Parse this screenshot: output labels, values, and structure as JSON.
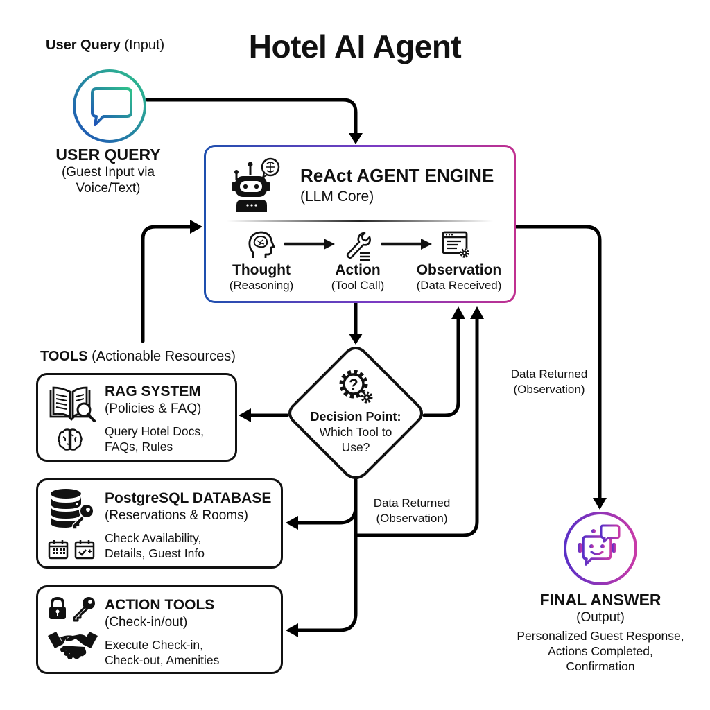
{
  "title": "Hotel AI Agent",
  "input_section": {
    "label_bold": "User Query",
    "label_rest": " (Input)"
  },
  "user_query": {
    "icon": "chat-bubble-icon",
    "title": "USER QUERY",
    "subtitle_line1": "(Guest Input via",
    "subtitle_line2": "Voice/Text)",
    "gradient": [
      "#1d4fb8",
      "#2fc28a"
    ]
  },
  "engine": {
    "icon": "robot-brain-icon",
    "title": "ReAct AGENT ENGINE",
    "subtitle": "(LLM Core)",
    "border_gradient": [
      "#1e4fae",
      "#7a3bc4",
      "#c0308f"
    ],
    "steps": [
      {
        "icon": "head-brain-icon",
        "title": "Thought",
        "subtitle": "(Reasoning)"
      },
      {
        "icon": "wrench-icon",
        "title": "Action",
        "subtitle": "(Tool Call)"
      },
      {
        "icon": "window-gear-icon",
        "title": "Observation",
        "subtitle": "(Data Received)"
      }
    ]
  },
  "decision": {
    "icon": "gear-question-icon",
    "title": "Decision Point:",
    "line2": "Which Tool to",
    "line3": "Use?"
  },
  "tools_section": {
    "label_bold": "TOOLS",
    "label_rest": " (Actionable Resources)"
  },
  "tools": [
    {
      "icons": [
        "book-search-icon",
        "brain-icon"
      ],
      "title": "RAG SYSTEM",
      "subtitle": "(Policies & FAQ)",
      "desc_line1": "Query Hotel Docs,",
      "desc_line2": "FAQs, Rules"
    },
    {
      "icons": [
        "database-key-icon",
        "calendar-grid-icon",
        "calendar-check-icon"
      ],
      "title": "PostgreSQL DATABASE",
      "subtitle": "(Reservations & Rooms)",
      "desc_line1": "Check Availability,",
      "desc_line2": "Details, Guest Info"
    },
    {
      "icons": [
        "lock-icon",
        "key-icon",
        "handshake-icon"
      ],
      "title": "ACTION TOOLS",
      "subtitle": "(Check-in/out)",
      "desc_line1": "Execute Check-in,",
      "desc_line2": "Check-out, Amenities"
    }
  ],
  "edge_labels": {
    "right": {
      "line1": "Data Returned",
      "line2": "(Observation)"
    },
    "middle": {
      "line1": "Data Returned",
      "line2": "(Observation)"
    }
  },
  "final_answer": {
    "icon": "chatbot-icon",
    "title": "FINAL ANSWER",
    "subtitle": "(Output)",
    "desc_line1": "Personalized Guest Response,",
    "desc_line2": "Actions Completed,",
    "desc_line3": "Confirmation",
    "gradient": [
      "#5a2fc6",
      "#c83aa8"
    ]
  }
}
